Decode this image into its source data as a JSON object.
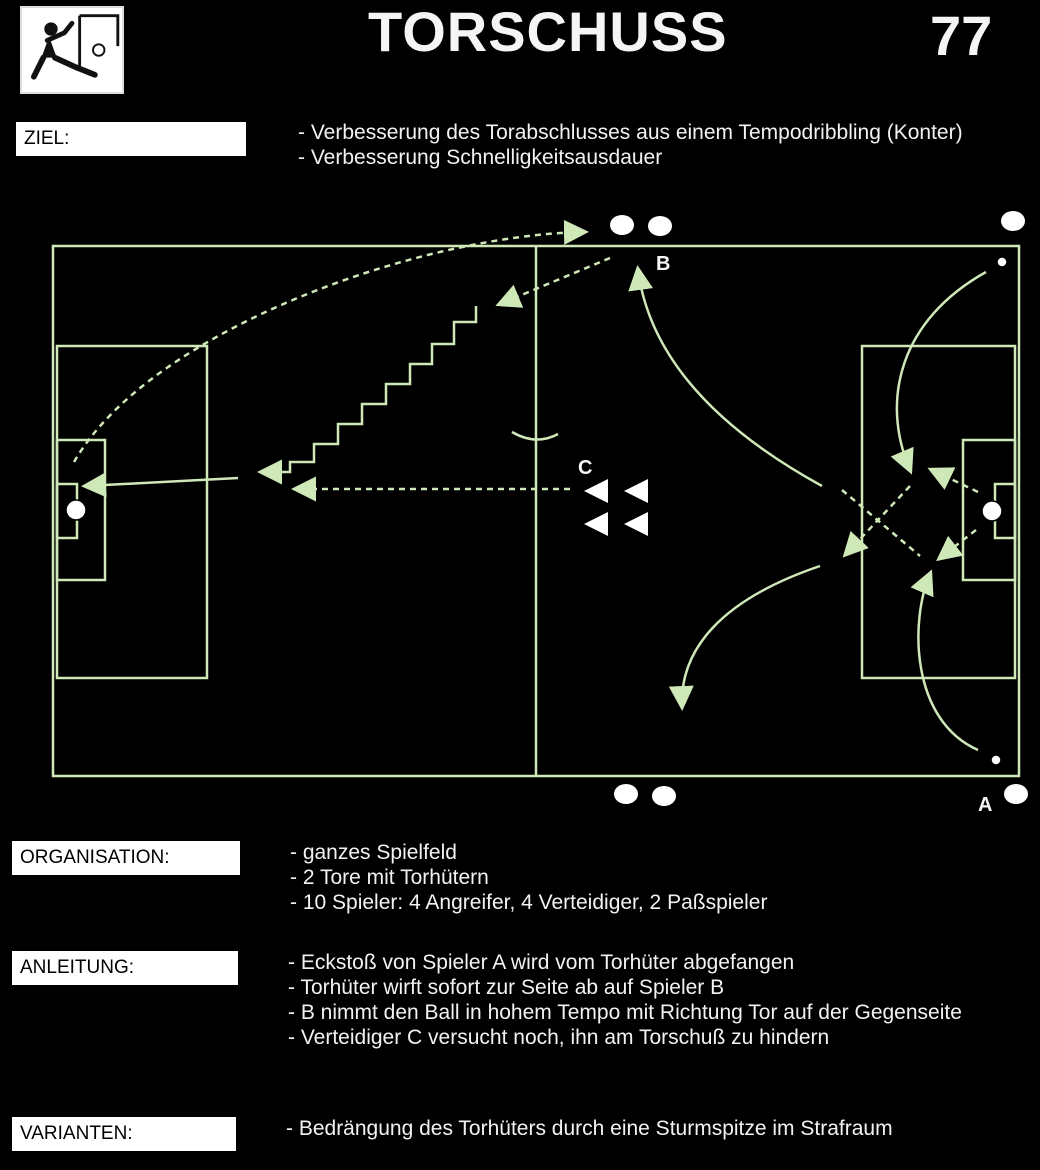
{
  "header": {
    "logo_icon": "player-shooting-at-goal-icon",
    "title": "TORSCHUSS",
    "card_number": "77"
  },
  "ziel": {
    "label": "ZIEL:",
    "items": [
      "Verbesserung des Torabschlusses aus einem Tempodribbling (Konter)",
      "Verbesserung Schnelligkeitsausdauer"
    ]
  },
  "diagram": {
    "line_color": "#cfe8b8",
    "player_labels": {
      "a": "A",
      "b": "B",
      "c": "C"
    }
  },
  "organisation": {
    "label": "ORGANISATION:",
    "items": [
      "ganzes Spielfeld",
      "2 Tore mit Torhütern",
      "10 Spieler: 4 Angreifer, 4 Verteidiger, 2 Paßspieler"
    ]
  },
  "anleitung": {
    "label": "ANLEITUNG:",
    "items": [
      "Eckstoß von Spieler A wird vom Torhüter abgefangen",
      "Torhüter wirft sofort zur Seite ab auf Spieler B",
      "B nimmt den Ball in hohem Tempo mit Richtung Tor auf der Gegenseite",
      "Verteidiger C versucht noch, ihn am Torschuß zu hindern"
    ]
  },
  "varianten": {
    "label": "VARIANTEN:",
    "items": [
      "Bedrängung des Torhüters durch eine Sturmspitze im Strafraum"
    ]
  }
}
